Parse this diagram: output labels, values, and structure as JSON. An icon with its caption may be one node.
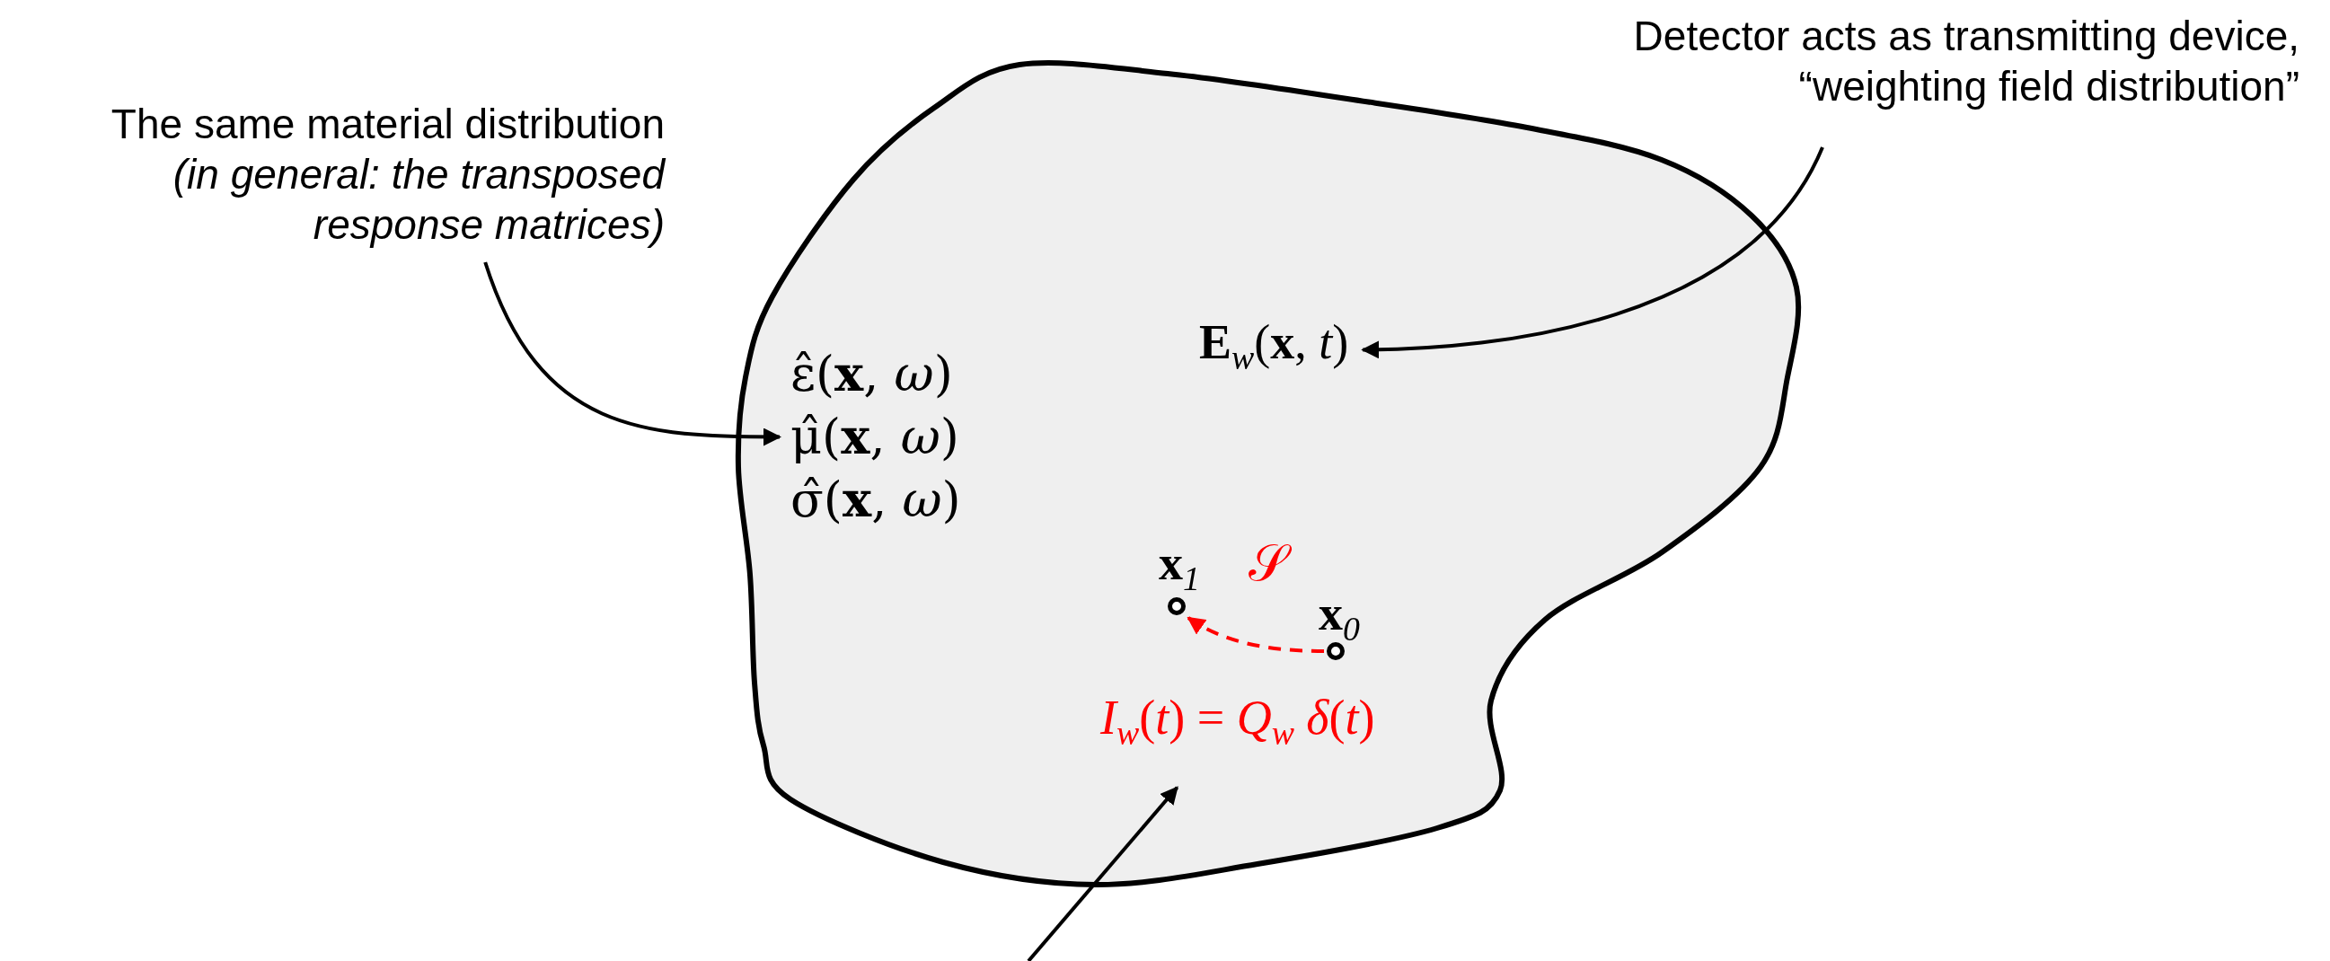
{
  "diagram": {
    "nodes": [
      {
        "text": [],
        "shape": "blob"
      },
      {
        "text": [
          "The same material distribution",
          "(in general: the transposed response matrices)"
        ]
      },
      {
        "text": [
          "Detector acts as transmitting device, “weighting field distribution”"
        ]
      },
      {
        "text": [
          "ε̂(**x**, *ω*)"
        ],
        "in": 0
      },
      {
        "text": [
          "μ̂(**x**, *ω*)"
        ],
        "in": 0
      },
      {
        "text": [
          "σ̂(**x**, *ω*)"
        ],
        "in": 0
      },
      {
        "text": [
          "**E**$_{w}$(**x**, *t*)"
        ],
        "in": 0
      },
      {
        "text": [],
        "shape": "circle",
        "beside": [
          "**x**$_{1}$"
        ],
        "in": 0
      },
      {
        "text": [],
        "shape": "circle",
        "beside": [
          "**x**$_{0}$"
        ],
        "in": 0
      },
      {
        "text": [
          "*I*$_{w}$(*t*) = *Q*$_{w}$ *δ*(*t*)"
        ],
        "in": 0
      }
    ],
    "edges": [
      {
        "from": 1,
        "to": 4,
        "arrow": "to"
      },
      {
        "from": 2,
        "to": 6,
        "arrow": "to"
      },
      {
        "from": 8,
        "to": 7,
        "arrow": "to",
        "style": "dashed",
        "color": "#ff0000",
        "label": "𝒮"
      },
      {
        "from": null,
        "to": 9,
        "arrow": "to"
      }
    ]
  }
}
